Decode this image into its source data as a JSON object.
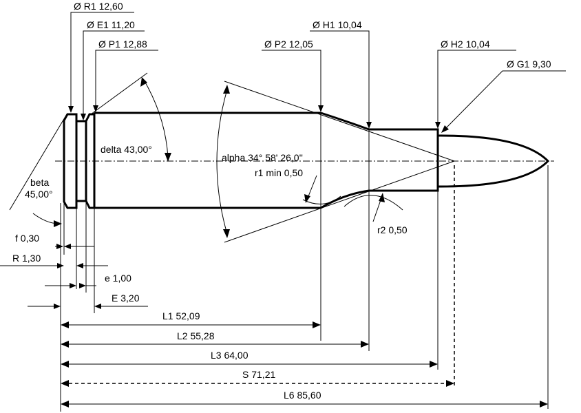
{
  "labels": {
    "dia_r1": "Ø R1  12,60",
    "dia_e1": "Ø E1  11,20",
    "dia_p1": "Ø P1  12,88",
    "dia_p2": "Ø P2  12,05",
    "dia_h1": "Ø H1  10,04",
    "dia_h2": "Ø H2  10,04",
    "dia_g1": "Ø G1  9,30",
    "delta": "delta  43,00°",
    "alpha": "alpha  34° 58' 26,0''",
    "r1": "r1 min  0,50",
    "r2": "r2  0,50",
    "beta_name": "beta",
    "beta_val": "45,00°",
    "f": "f  0,30",
    "R": "R  1,30",
    "e": "e  1,00",
    "E": "E  3,20",
    "L1": "L1  52,09",
    "L2": "L2  55,28",
    "L3": "L3  64,00",
    "S": "S  71,21",
    "L6": "L6  85,60"
  }
}
